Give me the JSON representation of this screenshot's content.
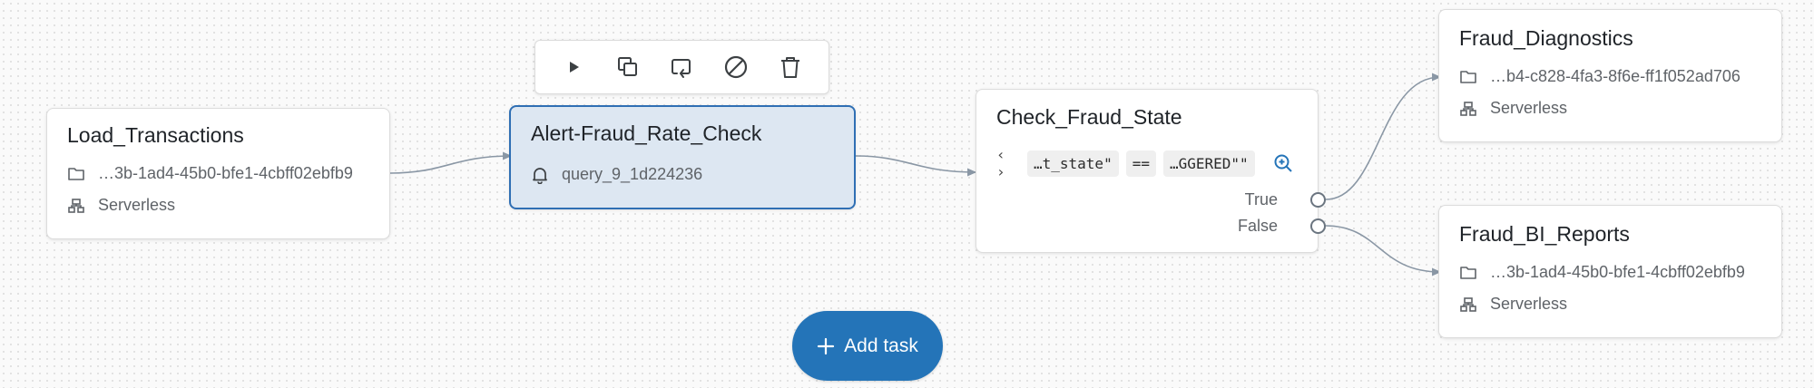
{
  "toolbar": {
    "buttons": [
      "run-icon",
      "duplicate-icon",
      "loop-icon",
      "disable-icon",
      "delete-icon"
    ]
  },
  "nodes": {
    "load_transactions": {
      "title": "Load_Transactions",
      "path": "…3b-1ad4-45b0-bfe1-4cbff02ebfb9",
      "compute": "Serverless"
    },
    "alert_fraud": {
      "title": "Alert-Fraud_Rate_Check",
      "query": "query_9_1d224236"
    },
    "check_fraud_state": {
      "title": "Check_Fraud_State",
      "code_icon": "‹ ›",
      "left_operand": "…t_state\"",
      "operator": "==",
      "right_operand": "…GGERED\"\"",
      "true_label": "True",
      "false_label": "False"
    },
    "fraud_diagnostics": {
      "title": "Fraud_Diagnostics",
      "path": "…b4-c828-4fa3-8f6e-ff1f052ad706",
      "compute": "Serverless"
    },
    "fraud_bi_reports": {
      "title": "Fraud_BI_Reports",
      "path": "…3b-1ad4-45b0-bfe1-4cbff02ebfb9",
      "compute": "Serverless"
    }
  },
  "add_task": {
    "label": "Add task"
  },
  "colors": {
    "accent": "#2474b8",
    "selected_bg": "#dde7f2",
    "selected_border": "#2f6fb4",
    "edge": "#8a97a5"
  }
}
